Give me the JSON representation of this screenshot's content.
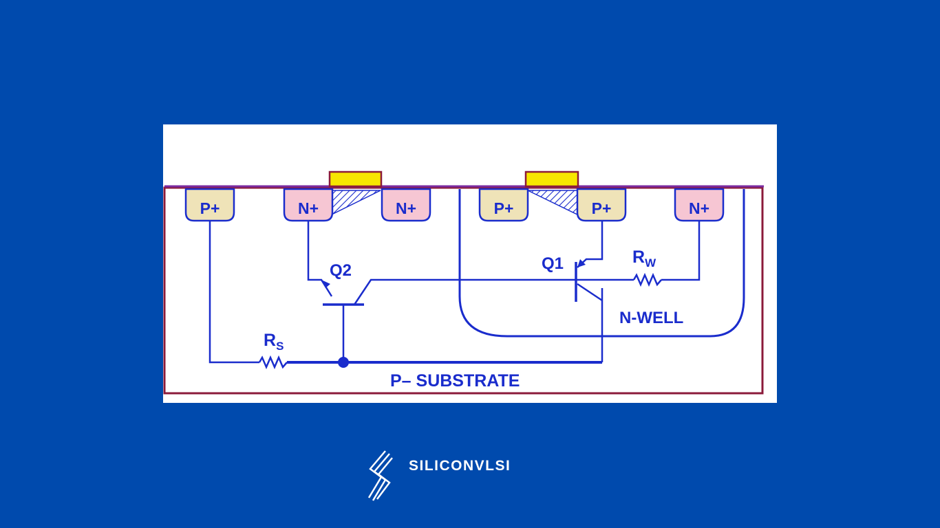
{
  "diagram": {
    "regions": {
      "p_plus_left": "P+",
      "n_plus_left": "N+",
      "n_plus_mid": "N+",
      "p_plus_mid": "P+",
      "p_plus_right": "P+",
      "n_plus_right": "N+"
    },
    "transistors": {
      "q1": "Q1",
      "q2": "Q2"
    },
    "resistors": {
      "rw_main": "R",
      "rw_sub": "W",
      "rs_main": "R",
      "rs_sub": "S"
    },
    "labels": {
      "n_well": "N-WELL",
      "p_substrate": "P– SUBSTRATE"
    },
    "colors": {
      "wire": "#1a2ccc",
      "outline": "#8b1a3a",
      "p_region": "#efe3b8",
      "n_region": "#f6c6d3",
      "gate": "#f7e600",
      "background": "#004aad"
    }
  },
  "brand": {
    "name": "SILICONVLSI",
    "logo_icon": "lightning-bolt-icon"
  }
}
